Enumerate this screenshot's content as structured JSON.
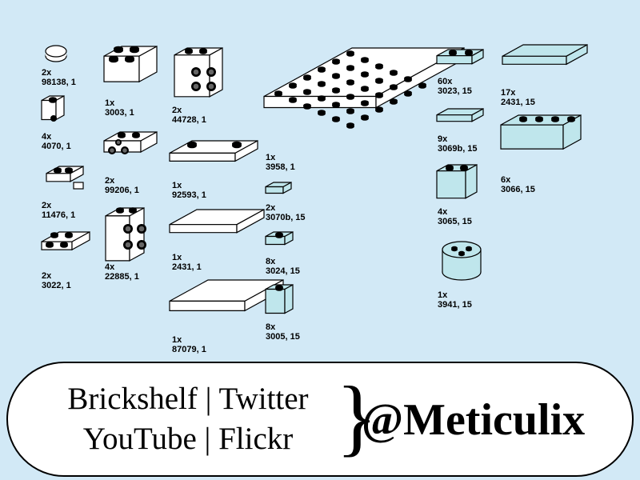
{
  "parts": [
    {
      "id": "p1",
      "qty": "2x",
      "code": "98138, 1"
    },
    {
      "id": "p2",
      "qty": "4x",
      "code": "4070, 1"
    },
    {
      "id": "p3",
      "qty": "2x",
      "code": "11476, 1"
    },
    {
      "id": "p4",
      "qty": "2x",
      "code": "3022, 1"
    },
    {
      "id": "p5",
      "qty": "1x",
      "code": "3003, 1"
    },
    {
      "id": "p6",
      "qty": "2x",
      "code": "99206, 1"
    },
    {
      "id": "p7",
      "qty": "4x",
      "code": "22885, 1"
    },
    {
      "id": "p8",
      "qty": "2x",
      "code": "44728, 1"
    },
    {
      "id": "p9",
      "qty": "1x",
      "code": "92593, 1"
    },
    {
      "id": "p10",
      "qty": "1x",
      "code": "2431, 1"
    },
    {
      "id": "p11",
      "qty": "1x",
      "code": "87079, 1"
    },
    {
      "id": "p12",
      "qty": "1x",
      "code": "3958, 1"
    },
    {
      "id": "p13",
      "qty": "2x",
      "code": "3070b, 15"
    },
    {
      "id": "p14",
      "qty": "8x",
      "code": "3024, 15"
    },
    {
      "id": "p15",
      "qty": "8x",
      "code": "3005, 15"
    },
    {
      "id": "p16",
      "qty": "60x",
      "code": "3023, 15"
    },
    {
      "id": "p17",
      "qty": "9x",
      "code": "3069b, 15"
    },
    {
      "id": "p18",
      "qty": "4x",
      "code": "3065, 15"
    },
    {
      "id": "p19",
      "qty": "1x",
      "code": "3941, 15"
    },
    {
      "id": "p20",
      "qty": "17x",
      "code": "2431, 15"
    },
    {
      "id": "p21",
      "qty": "6x",
      "code": "3066, 15"
    }
  ],
  "footer": {
    "line1": "Brickshelf | Twitter",
    "line2": "YouTube | Flickr",
    "brace": "}",
    "handle": "@Meticulix"
  },
  "colors": {
    "background": "#d2e9f6",
    "opaque_part": "#ffffff",
    "trans_part": "#bfe6ec",
    "outline": "#000000"
  }
}
